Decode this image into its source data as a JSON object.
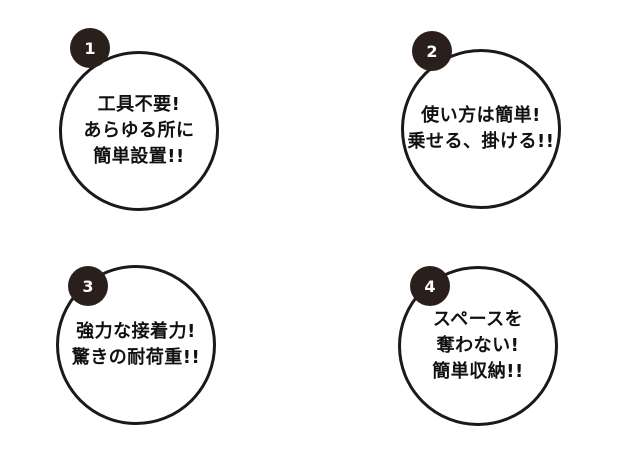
{
  "features": [
    {
      "number": "1",
      "lines": [
        "工具不要!",
        "あらゆる所に",
        "簡単設置!!"
      ]
    },
    {
      "number": "2",
      "lines": [
        "使い方は簡単!",
        "乗せる、掛ける!!"
      ]
    },
    {
      "number": "3",
      "lines": [
        "強力な接着力!",
        "驚きの耐荷重!!"
      ]
    },
    {
      "number": "4",
      "lines": [
        "スペースを",
        "奪わない!",
        "簡単収納!!"
      ]
    }
  ],
  "colors": {
    "badge": "#2a1f1b",
    "circle_border": "#1a1a1a",
    "text": "#111111"
  }
}
